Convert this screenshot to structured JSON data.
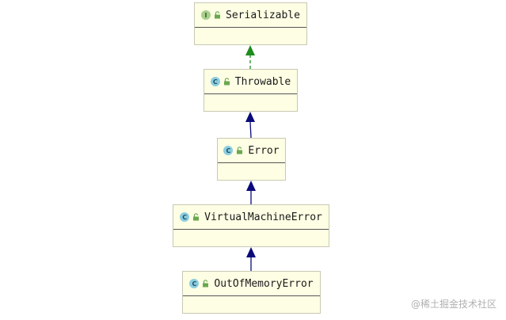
{
  "diagram": {
    "classes": [
      {
        "id": "serializable",
        "name": "Serializable",
        "kind": "interface",
        "kind_glyph": "I",
        "visibility_icon": "open-lock-icon"
      },
      {
        "id": "throwable",
        "name": "Throwable",
        "kind": "class",
        "kind_glyph": "C",
        "visibility_icon": "open-lock-icon"
      },
      {
        "id": "error",
        "name": "Error",
        "kind": "class",
        "kind_glyph": "C",
        "visibility_icon": "open-lock-icon"
      },
      {
        "id": "virtual-machine-error",
        "name": "VirtualMachineError",
        "kind": "abstract-class",
        "kind_glyph": "C",
        "visibility_icon": "open-lock-icon"
      },
      {
        "id": "out-of-memory-error",
        "name": "OutOfMemoryError",
        "kind": "class",
        "kind_glyph": "C",
        "visibility_icon": "open-lock-icon"
      }
    ],
    "relations": [
      {
        "from": "throwable",
        "to": "serializable",
        "type": "implements",
        "style": "dashed",
        "color": "#1e8c1e"
      },
      {
        "from": "error",
        "to": "throwable",
        "type": "extends",
        "style": "solid",
        "color": "#0a0a7a"
      },
      {
        "from": "virtual-machine-error",
        "to": "error",
        "type": "extends",
        "style": "solid",
        "color": "#0a0a7a"
      },
      {
        "from": "out-of-memory-error",
        "to": "virtual-machine-error",
        "type": "extends",
        "style": "solid",
        "color": "#0a0a7a"
      }
    ]
  },
  "colors": {
    "box_fill": "#fefee4",
    "box_border": "#c9c9b4",
    "implements_arrow": "#1e8c1e",
    "extends_arrow": "#0a0a7a",
    "interface_icon": "#a8d08d",
    "class_icon": "#8ccde0"
  },
  "watermark": "@稀土掘金技术社区"
}
